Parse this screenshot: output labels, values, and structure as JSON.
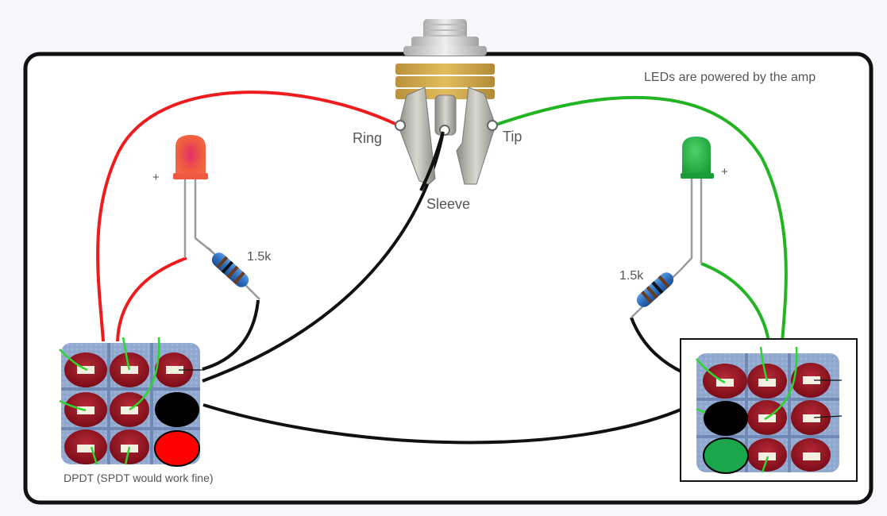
{
  "annotations": {
    "power_note": "LEDs are powered by the amp",
    "switch_note": "DPDT (SPDT would work fine)"
  },
  "jack": {
    "ring_label": "Ring",
    "tip_label": "Tip",
    "sleeve_label": "Sleeve"
  },
  "left_led": {
    "color_name": "red",
    "polarity_label": "+",
    "resistor_label": "1.5k"
  },
  "right_led": {
    "color_name": "green",
    "polarity_label": "+",
    "resistor_label": "1.5k"
  },
  "colors": {
    "red_wire": "#ee1c1c",
    "green_wire": "#22b422",
    "black_wire": "#111111",
    "red_led": "#f0503c",
    "green_led": "#1faa3c",
    "switch_body": "#8fa6cc",
    "lug": "#8e1420",
    "left_marker_fill": "#ff0000",
    "right_marker_fill": "#1aa64a"
  }
}
